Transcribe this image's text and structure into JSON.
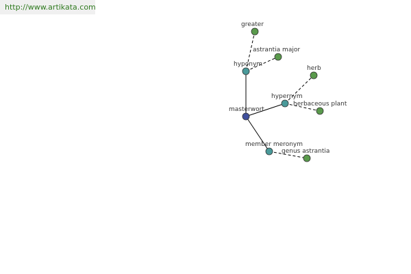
{
  "watermark": {
    "url": "http://www.artikata.com"
  },
  "colors": {
    "root_node": "#3f4f9c",
    "relation_node": "#4a9a9a",
    "leaf_node": "#5a9a4c",
    "edge": "#000000",
    "watermark_text": "#2f7a1f",
    "watermark_bg": "#f0f0f0"
  },
  "graph": {
    "root": {
      "id": "masterwort",
      "label": "masterwort"
    },
    "relations": [
      {
        "id": "hyponym",
        "label": "hyponym",
        "terms": [
          {
            "id": "greater",
            "label": "greater"
          },
          {
            "id": "astrantia-major",
            "label": "astrantia major"
          }
        ]
      },
      {
        "id": "hypernym",
        "label": "hypernym",
        "terms": [
          {
            "id": "herb",
            "label": "herb"
          },
          {
            "id": "herbaceous-plant",
            "label": "herbaceous plant"
          }
        ]
      },
      {
        "id": "member-meronym",
        "label": "member meronym",
        "terms": [
          {
            "id": "genus-astrantia",
            "label": "genus astrantia"
          }
        ]
      }
    ]
  }
}
